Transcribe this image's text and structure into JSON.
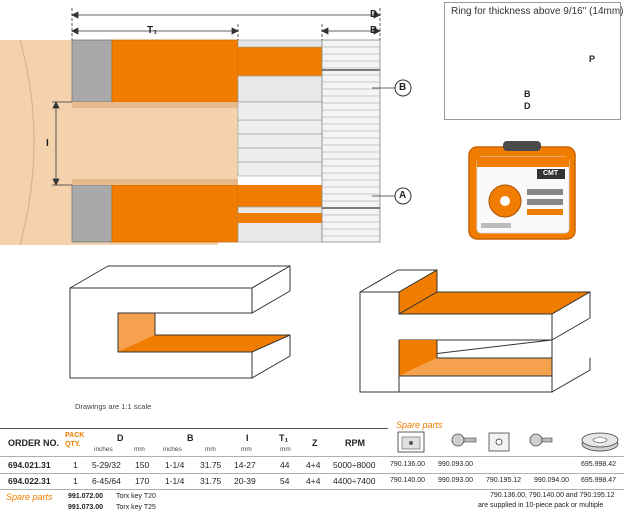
{
  "diagram": {
    "dim_d": "D",
    "dim_t1": "T₁",
    "dim_b": "B",
    "dim_i": "I",
    "callout_b": "B",
    "callout_a": "A"
  },
  "ring": {
    "title": "Ring for thickness above 9/16\" (14mm)",
    "label_p": "P",
    "label_b": "B",
    "label_d": "D"
  },
  "case": {
    "brand": "CMT"
  },
  "drawings_note": "Drawings are  1:1 scale",
  "table": {
    "headers": {
      "order_no": "ORDER NO.",
      "pack": "PACK",
      "qty": "QTY.",
      "d": "D",
      "b": "B",
      "i": "I",
      "t1": "T₁",
      "z": "Z",
      "rpm": "RPM",
      "inches": "inches",
      "mm": "mm"
    },
    "spare_parts_title": "Spare parts",
    "rows": [
      {
        "order_no": "694.021.31",
        "qty": "1",
        "d_in": "5-29/32",
        "d_mm": "150",
        "b_in": "1-1/4",
        "b_mm": "31.75",
        "i": "14-27",
        "t1": "44",
        "z": "4+4",
        "rpm": "5000÷8000",
        "sp1": "790.136.00",
        "sp2": "990.093.00",
        "sp3": "",
        "sp4": "",
        "sp5": "695.998.42"
      },
      {
        "order_no": "694.022.31",
        "qty": "1",
        "d_in": "6-45/64",
        "d_mm": "170",
        "b_in": "1-1/4",
        "b_mm": "31.75",
        "i": "20-39",
        "t1": "54",
        "z": "4+4",
        "rpm": "4400÷7400",
        "sp1": "790.140.00",
        "sp2": "990.093.00",
        "sp3": "790.195.12",
        "sp4": "990.094.00",
        "sp5": "695.998.47"
      }
    ]
  },
  "footer": {
    "spare_parts_title": "Spare parts",
    "items": [
      {
        "code": "991.072.00",
        "desc": "Torx key T20"
      },
      {
        "code": "991.073.00",
        "desc": "Torx key T25"
      }
    ],
    "note_line1": "790.136.00, 790.140.00 and 790.195.12",
    "note_line2": "are supplied in 10-piece pack or multiple"
  },
  "colors": {
    "orange": "#f07d00",
    "wood": "#f4d2ae",
    "gray": "#a8a8a8",
    "blade": "#e2e2e2"
  }
}
